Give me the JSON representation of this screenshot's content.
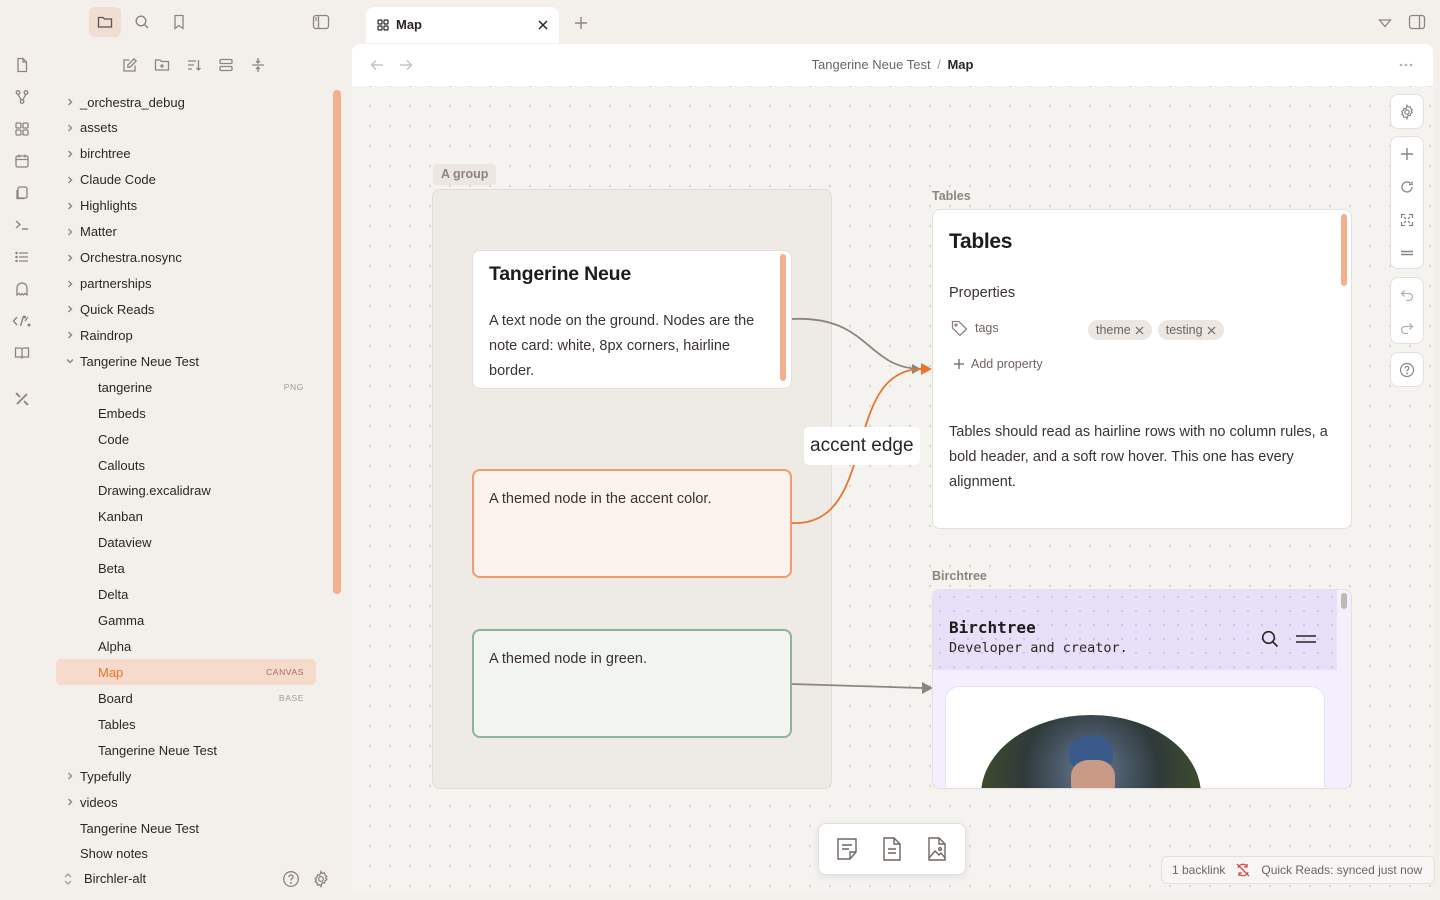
{
  "tab": {
    "title": "Map",
    "icon": "canvas-icon"
  },
  "breadcrumb": {
    "parent": "Tangerine Neue Test",
    "separator": "/",
    "current": "Map"
  },
  "sidebar": {
    "tree": [
      {
        "label": "_orchestra_debug",
        "type": "folder"
      },
      {
        "label": "assets",
        "type": "folder"
      },
      {
        "label": "birchtree",
        "type": "folder"
      },
      {
        "label": "Claude Code",
        "type": "folder"
      },
      {
        "label": "Highlights",
        "type": "folder"
      },
      {
        "label": "Matter",
        "type": "folder"
      },
      {
        "label": "Orchestra.nosync",
        "type": "folder"
      },
      {
        "label": "partnerships",
        "type": "folder"
      },
      {
        "label": "Quick Reads",
        "type": "folder"
      },
      {
        "label": "Raindrop",
        "type": "folder"
      },
      {
        "label": "Tangerine Neue Test",
        "type": "folder-open"
      },
      {
        "label": "tangerine",
        "type": "file",
        "badge": "PNG"
      },
      {
        "label": "Embeds",
        "type": "file"
      },
      {
        "label": "Code",
        "type": "file"
      },
      {
        "label": "Callouts",
        "type": "file"
      },
      {
        "label": "Drawing.excalidraw",
        "type": "file"
      },
      {
        "label": "Kanban",
        "type": "file"
      },
      {
        "label": "Dataview",
        "type": "file"
      },
      {
        "label": "Beta",
        "type": "file"
      },
      {
        "label": "Delta",
        "type": "file"
      },
      {
        "label": "Gamma",
        "type": "file"
      },
      {
        "label": "Alpha",
        "type": "file"
      },
      {
        "label": "Map",
        "type": "file",
        "badge": "CANVAS",
        "active": true
      },
      {
        "label": "Board",
        "type": "file",
        "badge": "BASE"
      },
      {
        "label": "Tables",
        "type": "file"
      },
      {
        "label": "Tangerine Neue Test",
        "type": "file"
      },
      {
        "label": "Typefully",
        "type": "folder"
      },
      {
        "label": "videos",
        "type": "folder"
      },
      {
        "label": "Tangerine Neue Test",
        "type": "root-file"
      },
      {
        "label": "Show notes",
        "type": "root-file"
      }
    ],
    "vault_name": "Birchler-alt"
  },
  "canvas": {
    "group_label": "A group",
    "text_node": {
      "title": "Tangerine Neue",
      "body": "A text node on the ground. Nodes are the note card: white, 8px corners, hairline border."
    },
    "accent_node": {
      "text": "A themed node in the accent color."
    },
    "green_node": {
      "text": "A themed node in green."
    },
    "edge_label": "accent edge",
    "tables_label": "Tables",
    "tables_card": {
      "title": "Tables",
      "properties_heading": "Properties",
      "property_name": "tags",
      "tags": [
        "theme",
        "testing"
      ],
      "add_property": "Add property",
      "body": "Tables should read as hairline rows with no column rules, a bold header, and a soft row hover. This one has every alignment."
    },
    "birchtree_label": "Birchtree",
    "birchtree_card": {
      "title": "Birchtree",
      "subtitle": "Developer and creator."
    }
  },
  "status_bar": {
    "backlinks": "1 backlink",
    "sync": "Quick Reads: synced just now"
  },
  "colors": {
    "accent": "#e8742d",
    "green": "#7aa68d",
    "background": "#f3f0ec",
    "card": "#ffffff"
  }
}
